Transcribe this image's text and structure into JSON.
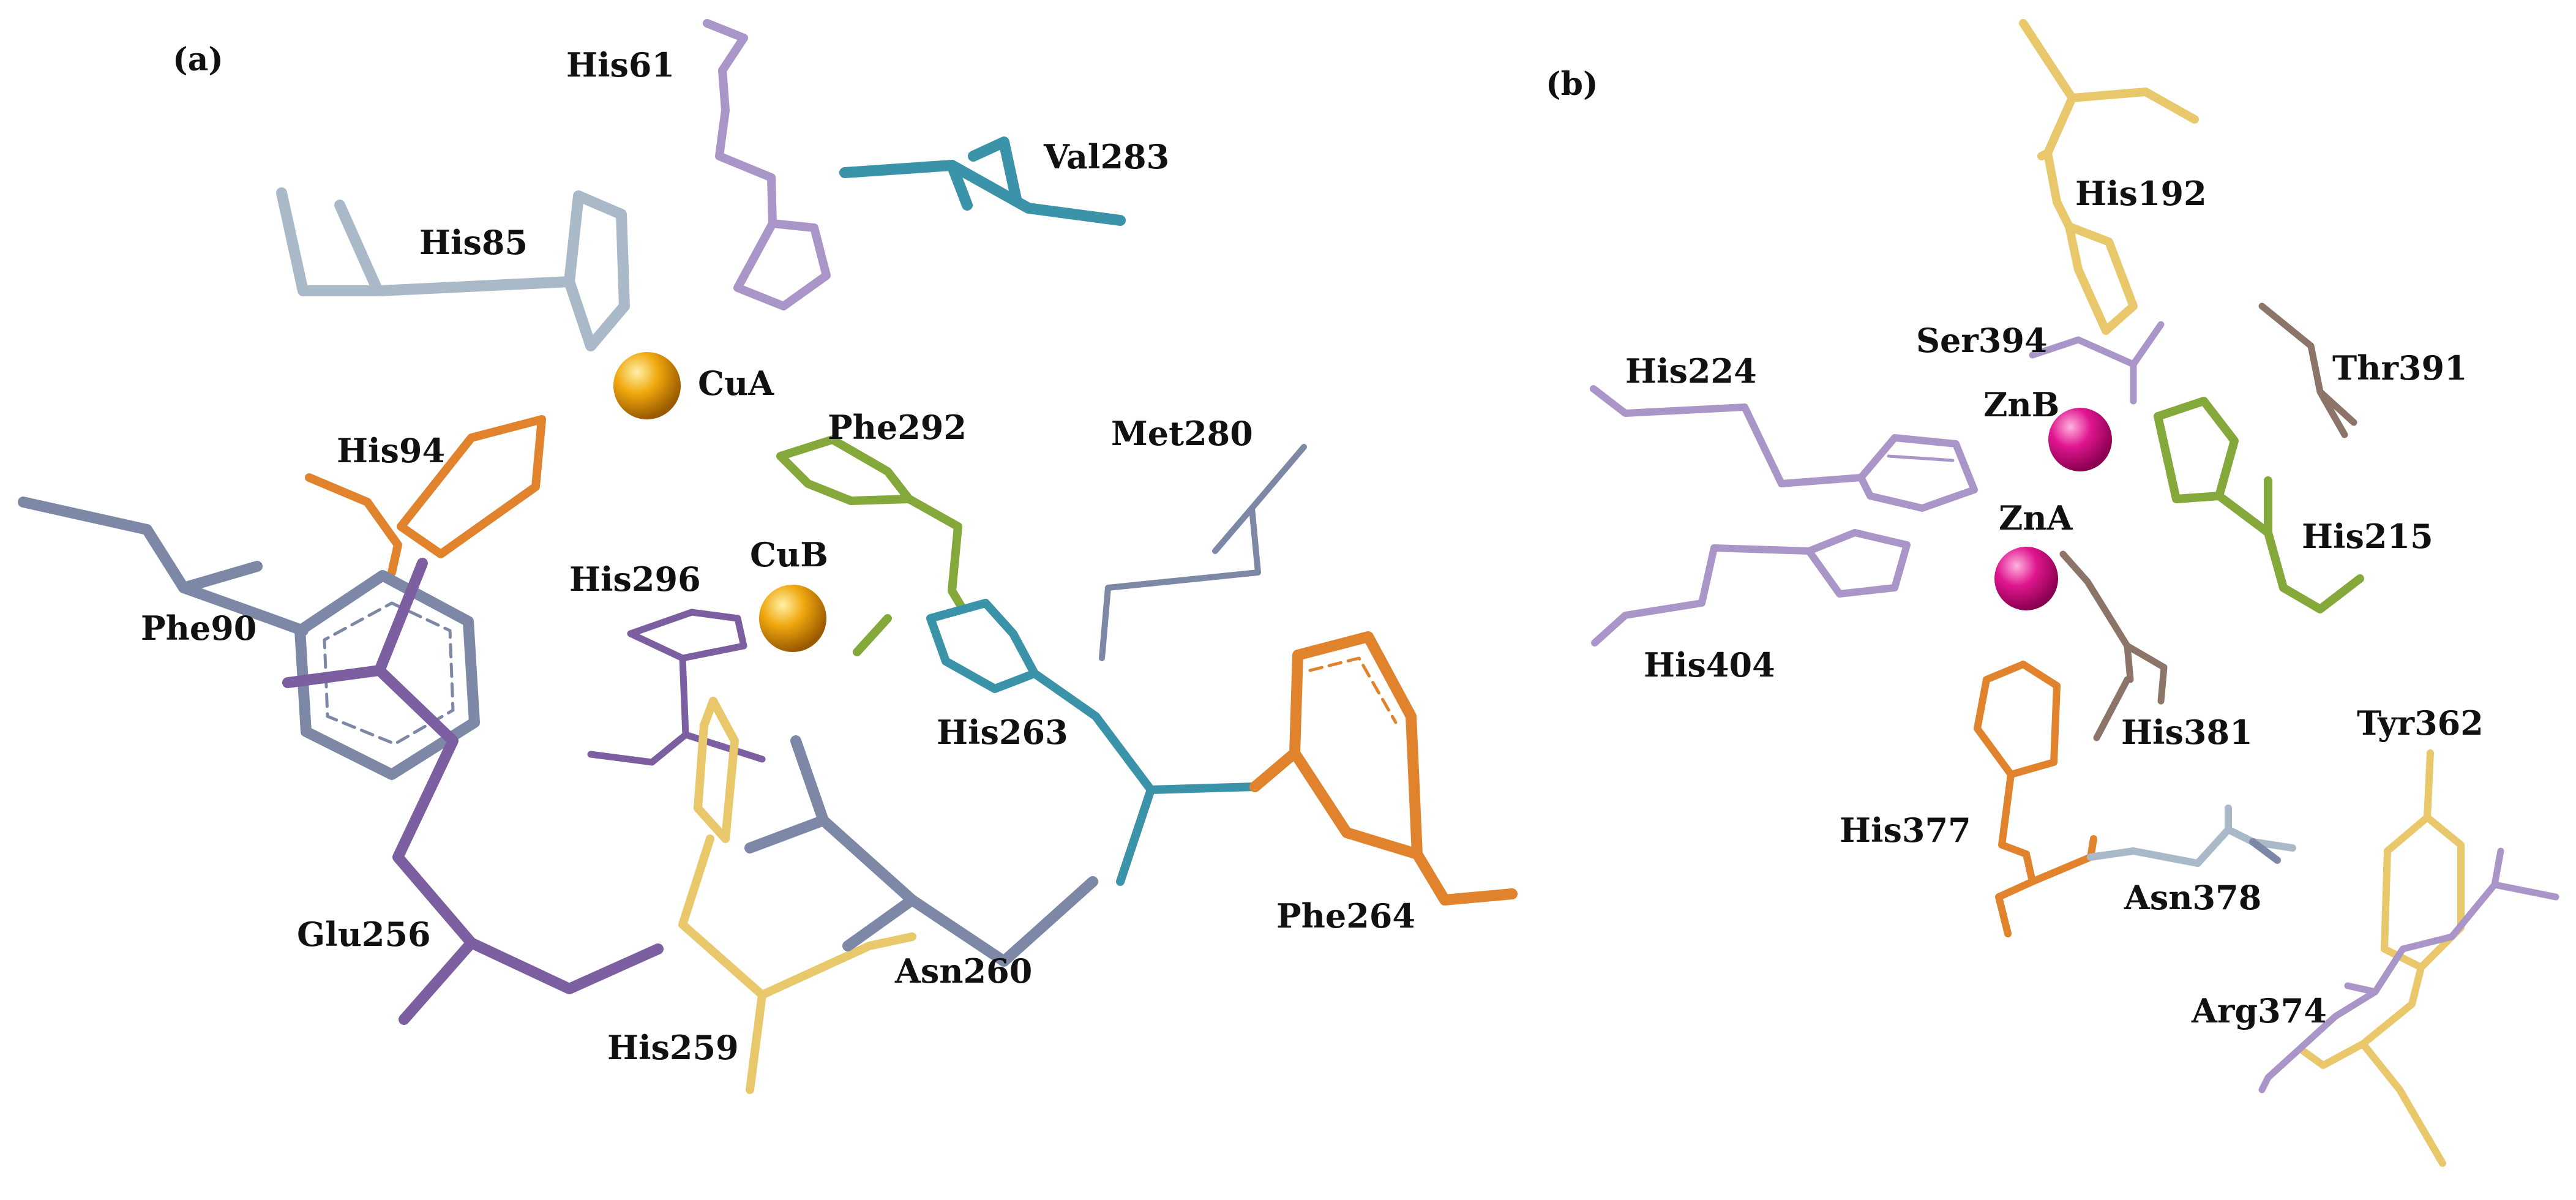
{
  "panels": [
    {
      "id": "a",
      "label": "(a)",
      "metals": [
        "CuA",
        "CuB"
      ],
      "residues": [
        "His61",
        "Val283",
        "His85",
        "CuA",
        "His94",
        "Phe292",
        "Met280",
        "His296",
        "CuB",
        "Phe90",
        "His263",
        "Glu256",
        "Phe264",
        "Asn260",
        "His259"
      ]
    },
    {
      "id": "b",
      "label": "(b)",
      "metals": [
        "ZnB",
        "ZnA"
      ],
      "residues": [
        "His192",
        "Ser394",
        "Thr391",
        "His224",
        "ZnB",
        "His215",
        "ZnA",
        "His404",
        "His381",
        "Tyr362",
        "His377",
        "Asn378",
        "Arg374"
      ]
    }
  ],
  "labels": {
    "panel_a": "(a)",
    "panel_b": "(b)",
    "his61": "His61",
    "val283": "Val283",
    "his85": "His85",
    "cua": "CuA",
    "his94": "His94",
    "phe292": "Phe292",
    "met280": "Met280",
    "his296": "His296",
    "cub": "CuB",
    "phe90": "Phe90",
    "his263": "His263",
    "glu256": "Glu256",
    "phe264": "Phe264",
    "asn260": "Asn260",
    "his259": "His259",
    "his192": "His192",
    "ser394": "Ser394",
    "thr391": "Thr391",
    "his224": "His224",
    "znb": "ZnB",
    "his215": "His215",
    "zna": "ZnA",
    "his404": "His404",
    "his381": "His381",
    "tyr362": "Tyr362",
    "his377": "His377",
    "asn378": "Asn378",
    "arg374": "Arg374"
  },
  "colors": {
    "copper": "#e8a00c",
    "zinc": "#e0168f",
    "light_purple": "#a995c8",
    "dark_purple": "#7b5fa0",
    "teal": "#3a93a8",
    "slate": "#7c88a6",
    "light_slate": "#a9b9c8",
    "orange": "#e0832c",
    "olive_green": "#84a83a",
    "yellow": "#e8c86a",
    "brown": "#8d7468"
  }
}
